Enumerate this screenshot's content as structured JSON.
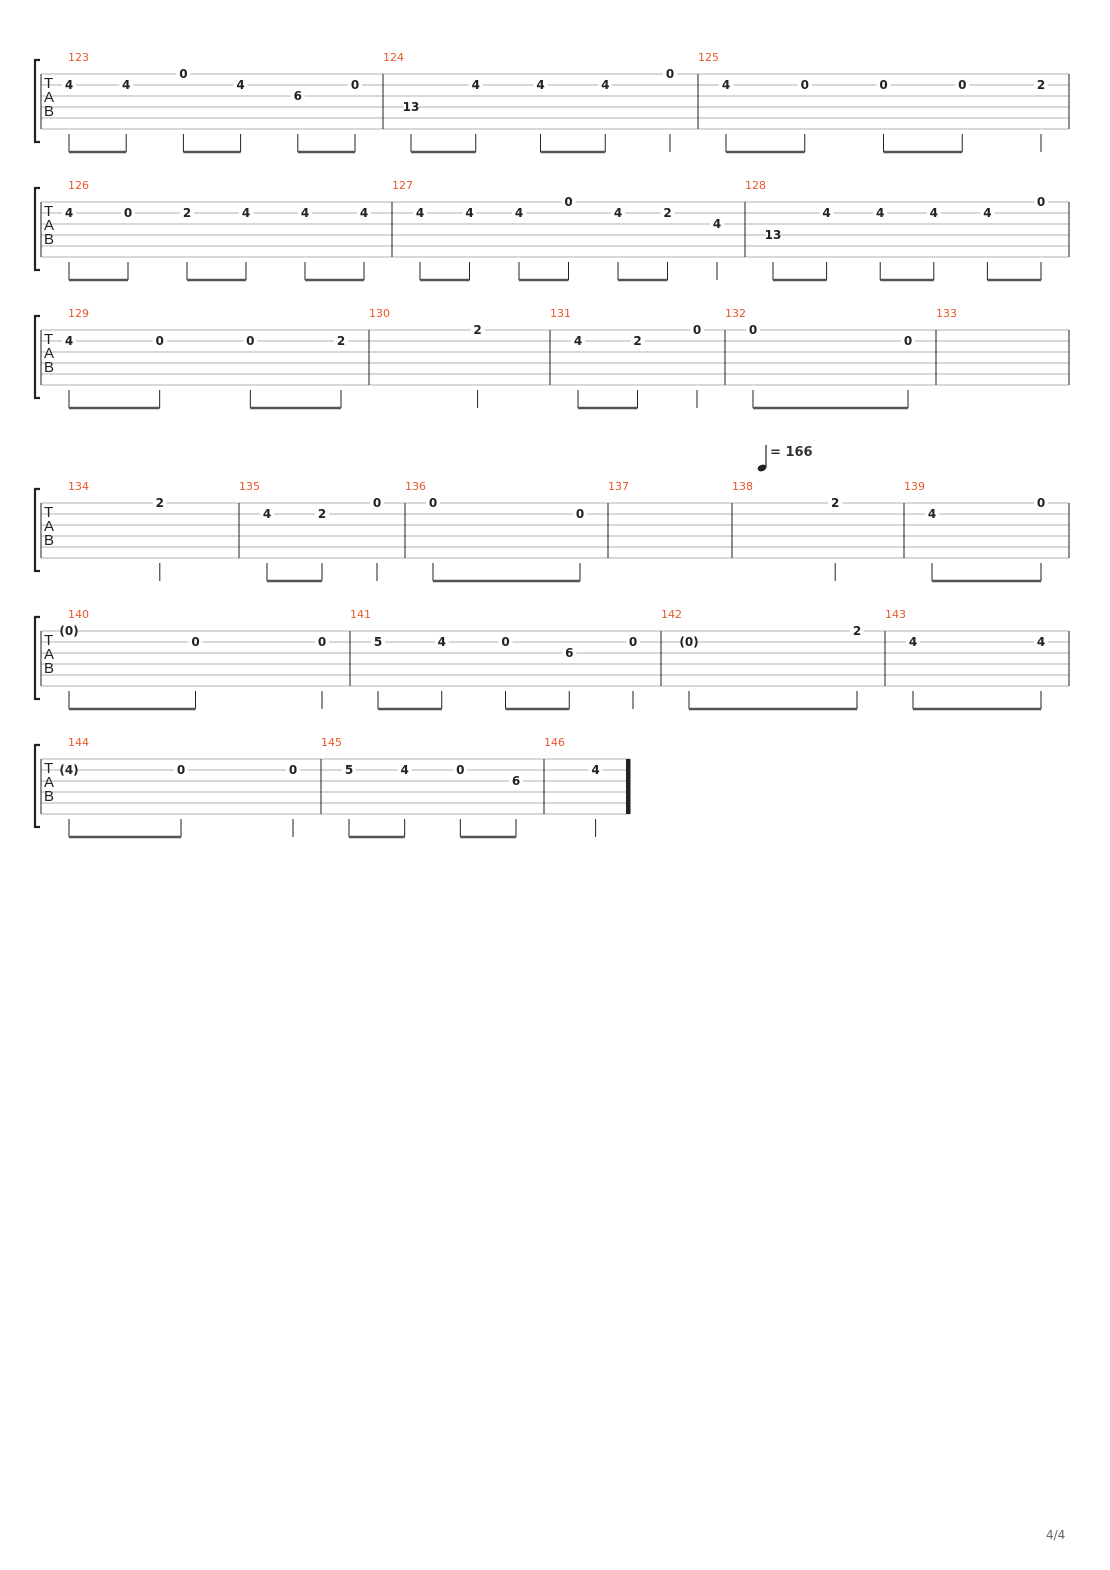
{
  "page": {
    "number_label": "4/4"
  },
  "tempo": {
    "prefix": "=",
    "value": "166"
  },
  "tab_letters": [
    "T",
    "A",
    "B"
  ],
  "colors": {
    "measure_number": "#e8572a",
    "staff_line": "#999999",
    "ink": "#222222"
  },
  "systems": [
    {
      "measures": [
        {
          "number": "123",
          "notes": [
            {
              "f": "4",
              "s": 2
            },
            {
              "f": "4",
              "s": 2
            },
            {
              "f": "0",
              "s": 1
            },
            {
              "f": "4",
              "s": 2
            },
            {
              "f": "6",
              "s": 3
            },
            {
              "f": "0",
              "s": 2
            }
          ]
        },
        {
          "number": "124",
          "notes": [
            {
              "f": "13",
              "s": 4
            },
            {
              "f": "4",
              "s": 2
            },
            {
              "f": "4",
              "s": 2
            },
            {
              "f": "4",
              "s": 2
            },
            {
              "f": "0",
              "s": 1
            }
          ]
        },
        {
          "number": "125",
          "notes": [
            {
              "f": "4",
              "s": 2
            },
            {
              "f": "0",
              "s": 2
            },
            {
              "f": "0",
              "s": 2
            },
            {
              "f": "0",
              "s": 2
            },
            {
              "f": "2",
              "s": 2
            }
          ]
        }
      ]
    },
    {
      "measures": [
        {
          "number": "126",
          "notes": [
            {
              "f": "4",
              "s": 2
            },
            {
              "f": "0",
              "s": 2
            },
            {
              "f": "2",
              "s": 2
            },
            {
              "f": "4",
              "s": 2
            },
            {
              "f": "4",
              "s": 2
            },
            {
              "f": "4",
              "s": 2
            }
          ]
        },
        {
          "number": "127",
          "notes": [
            {
              "f": "4",
              "s": 2
            },
            {
              "f": "4",
              "s": 2
            },
            {
              "f": "4",
              "s": 2
            },
            {
              "f": "0",
              "s": 1
            },
            {
              "f": "4",
              "s": 2
            },
            {
              "f": "2",
              "s": 2
            },
            {
              "f": "4",
              "s": 3
            }
          ]
        },
        {
          "number": "128",
          "notes": [
            {
              "f": "13",
              "s": 4
            },
            {
              "f": "4",
              "s": 2
            },
            {
              "f": "4",
              "s": 2
            },
            {
              "f": "4",
              "s": 2
            },
            {
              "f": "4",
              "s": 2
            },
            {
              "f": "0",
              "s": 1
            }
          ]
        }
      ]
    },
    {
      "measures": [
        {
          "number": "129",
          "notes": [
            {
              "f": "4",
              "s": 2
            },
            {
              "f": "0",
              "s": 2
            },
            {
              "f": "0",
              "s": 2
            },
            {
              "f": "2",
              "s": 2
            }
          ]
        },
        {
          "number": "130",
          "notes": [
            {
              "f": "2",
              "s": 1
            }
          ]
        },
        {
          "number": "131",
          "notes": [
            {
              "f": "4",
              "s": 2
            },
            {
              "f": "2",
              "s": 2
            },
            {
              "f": "0",
              "s": 1
            }
          ]
        },
        {
          "number": "132",
          "notes": [
            {
              "f": "0",
              "s": 1
            },
            {
              "f": "0",
              "s": 2
            }
          ]
        },
        {
          "number": "133",
          "notes": []
        }
      ]
    },
    {
      "measures": [
        {
          "number": "134",
          "notes": [
            {
              "f": "2",
              "s": 1
            }
          ]
        },
        {
          "number": "135",
          "notes": [
            {
              "f": "4",
              "s": 2
            },
            {
              "f": "2",
              "s": 2
            },
            {
              "f": "0",
              "s": 1
            }
          ]
        },
        {
          "number": "136",
          "notes": [
            {
              "f": "0",
              "s": 1
            },
            {
              "f": "0",
              "s": 2
            }
          ]
        },
        {
          "number": "137",
          "notes": []
        },
        {
          "number": "138",
          "notes": [
            {
              "f": "2",
              "s": 1
            }
          ]
        },
        {
          "number": "139",
          "notes": [
            {
              "f": "4",
              "s": 2
            },
            {
              "f": "0",
              "s": 1
            }
          ]
        }
      ]
    },
    {
      "measures": [
        {
          "number": "140",
          "notes": [
            {
              "f": "(0)",
              "s": 1
            },
            {
              "f": "0",
              "s": 2
            },
            {
              "f": "0",
              "s": 2
            }
          ]
        },
        {
          "number": "141",
          "notes": [
            {
              "f": "5",
              "s": 2
            },
            {
              "f": "4",
              "s": 2
            },
            {
              "f": "0",
              "s": 2
            },
            {
              "f": "6",
              "s": 3
            },
            {
              "f": "0",
              "s": 2
            }
          ]
        },
        {
          "number": "142",
          "notes": [
            {
              "f": "(0)",
              "s": 2
            },
            {
              "f": "2",
              "s": 1
            }
          ]
        },
        {
          "number": "143",
          "notes": [
            {
              "f": "4",
              "s": 2
            },
            {
              "f": "4",
              "s": 2
            }
          ]
        }
      ]
    },
    {
      "measures": [
        {
          "number": "144",
          "notes": [
            {
              "f": "(4)",
              "s": 2
            },
            {
              "f": "0",
              "s": 2
            },
            {
              "f": "0",
              "s": 2
            }
          ]
        },
        {
          "number": "145",
          "notes": [
            {
              "f": "5",
              "s": 2
            },
            {
              "f": "4",
              "s": 2
            },
            {
              "f": "0",
              "s": 2
            },
            {
              "f": "6",
              "s": 3
            }
          ]
        },
        {
          "number": "146",
          "notes": [
            {
              "f": "4",
              "s": 2
            }
          ]
        }
      ]
    }
  ]
}
